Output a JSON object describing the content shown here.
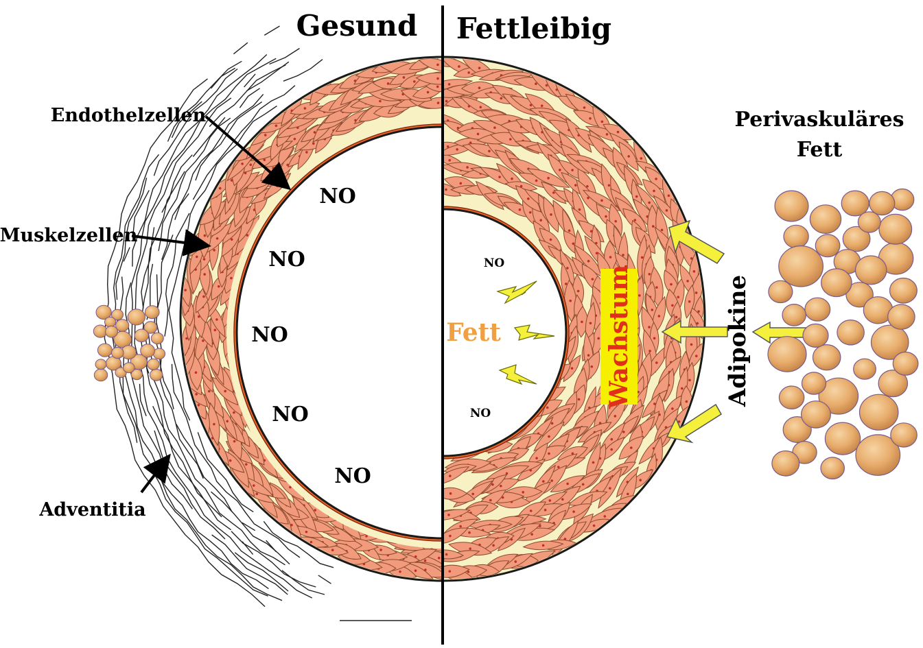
{
  "titles": {
    "left": "Gesund",
    "right": "Fettleibig"
  },
  "labels": {
    "endothel": "Endothelzellen",
    "muskel": "Muskelzellen",
    "adventitia": "Adventitia",
    "perivaskular_line1": "Perivaskuläres",
    "perivaskular_line2": "Fett",
    "adipokine": "Adipokine",
    "wachstum": "Wachstum",
    "fett": "Fett"
  },
  "no_healthy": [
    "NO",
    "NO",
    "NO",
    "NO",
    "NO"
  ],
  "no_obese": [
    "NO",
    "NO"
  ],
  "colors": {
    "wall": "#f8f1c4",
    "cell": "#f29a7c",
    "cell_stroke": "#8a4a2e",
    "endothel": "#ee6a2a",
    "fat": "#e3ac6e",
    "arrow": "#f4f03c",
    "wachstum_bg": "#f6f000",
    "wachstum_text": "#e0301a",
    "fett_text": "#f0a040"
  }
}
